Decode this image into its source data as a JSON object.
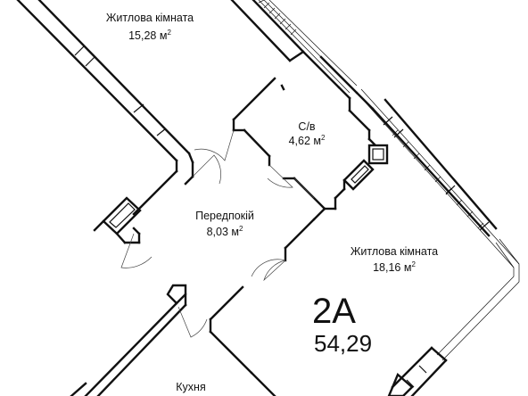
{
  "rooms": [
    {
      "name": "Житлова кімната",
      "area": "15,28",
      "unit": "м",
      "unit_sup": "2"
    },
    {
      "name": "С/в",
      "area": "4,62",
      "unit": "м",
      "unit_sup": "2"
    },
    {
      "name": "Передпокій",
      "area": "8,03",
      "unit": "м",
      "unit_sup": "2"
    },
    {
      "name": "Житлова кімната",
      "area": "18,16",
      "unit": "м",
      "unit_sup": "2"
    },
    {
      "name": "Кухня"
    }
  ],
  "apartment": {
    "code": "2А",
    "total_area": "54,29"
  },
  "colors": {
    "wall": "#111111",
    "background": "#ffffff"
  }
}
